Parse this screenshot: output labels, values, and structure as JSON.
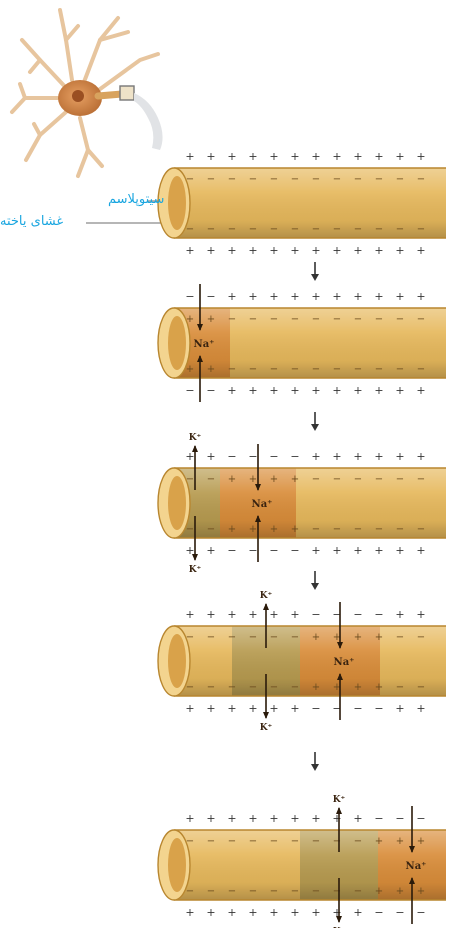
{
  "labels": {
    "cytoplasm": "سیتوپلاسم",
    "membrane": "غشای یاخته"
  },
  "ions": {
    "sodium": "Na⁺",
    "potassium": "K⁺"
  },
  "charges": {
    "positive": "+",
    "negative": "−"
  },
  "colors": {
    "resting": "#e6b85c",
    "depolarizing": "#d98d3a",
    "repolarizing": "#b79b50",
    "label": "#1aa6e0",
    "neuron_body": "#c9803e"
  },
  "stages": [
    {
      "name": "resting",
      "segments": []
    },
    {
      "name": "sodium-influx",
      "segments": [
        {
          "kind": "sodium"
        }
      ]
    },
    {
      "name": "potassium-efflux-1",
      "segments": [
        {
          "kind": "potassium"
        },
        {
          "kind": "sodium"
        }
      ]
    },
    {
      "name": "potassium-efflux-2",
      "segments": [
        {
          "kind": "potassium"
        },
        {
          "kind": "sodium"
        }
      ]
    },
    {
      "name": "potassium-efflux-3",
      "segments": [
        {
          "kind": "potassium"
        },
        {
          "kind": "sodium"
        }
      ]
    }
  ]
}
